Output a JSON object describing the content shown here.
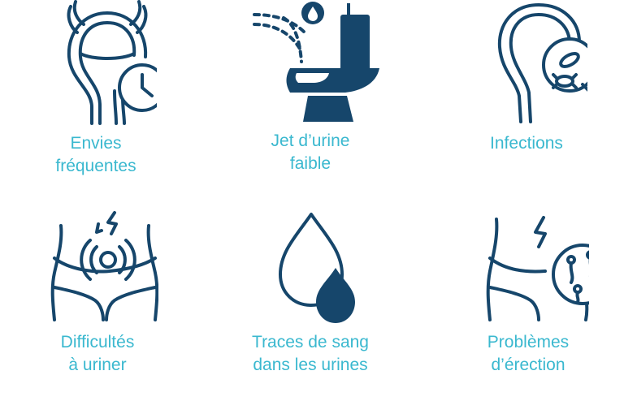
{
  "symptoms": [
    {
      "line1": "Envies",
      "line2": "fréquentes",
      "icon": "bladder-clock-icon"
    },
    {
      "line1": "Jet d’urine",
      "line2": "faible",
      "icon": "toilet-drop-icon"
    },
    {
      "line1": "Infections",
      "line2": "",
      "icon": "bladder-magnifier-bacteria-icon"
    },
    {
      "line1": "Difficultés",
      "line2": "à uriner",
      "icon": "pelvis-pain-icon"
    },
    {
      "line1": "Traces de sang",
      "line2": "dans les urines",
      "icon": "blood-drop-icon"
    },
    {
      "line1": "Problèmes",
      "line2": "d’érection",
      "icon": "pelvis-sperm-icon"
    }
  ],
  "colors": {
    "icon": "#16466b",
    "label": "#3ab8cf"
  }
}
